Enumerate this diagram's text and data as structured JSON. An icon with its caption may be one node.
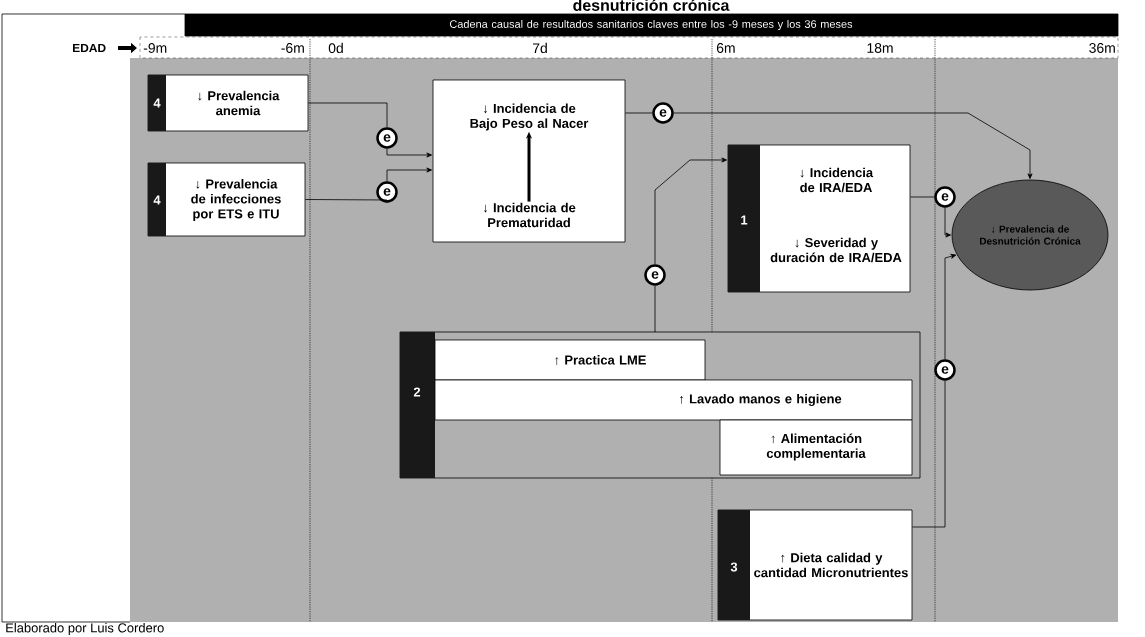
{
  "diagram": {
    "title": "desnutrición crónica",
    "nodes": [
      {
        "text": [
          "Cadena causal de resultados sanitarios claves entre los -9 meses y los 36 meses"
        ]
      },
      {
        "text": [
          "4",
          "↓ Prevalencia anemia"
        ]
      },
      {
        "text": [
          "4",
          "↓ Prevalencia de infecciones por ETS e ITU"
        ]
      },
      {
        "text": [],
        "shape": "box"
      },
      {
        "text": [
          "↓ Incidencia de Bajo Peso al Nacer"
        ],
        "in": 3
      },
      {
        "text": [
          "↓ Incidencia de Prematuridad"
        ],
        "in": 3
      },
      {
        "text": [
          "1",
          "↓ Incidencia de IRA/EDA",
          "↓ Severidad y duración de IRA/EDA"
        ]
      },
      {
        "text": [
          "2"
        ]
      },
      {
        "text": [
          "↑ Practica LME"
        ],
        "in": 7
      },
      {
        "text": [
          "↑ Lavado manos e higiene"
        ],
        "in": 7
      },
      {
        "text": [
          "↑ Alimentación complementaria"
        ],
        "in": 7
      },
      {
        "text": [
          "3",
          "↑ Dieta calidad y cantidad Micronutrientes"
        ]
      },
      {
        "text": [
          "↓ Prevalencia de Desnutrición Crónica"
        ]
      },
      {
        "text": [
          "e"
        ]
      },
      {
        "text": [
          "e"
        ]
      },
      {
        "text": [
          "e"
        ]
      },
      {
        "text": [
          "e"
        ]
      },
      {
        "text": [
          "e"
        ]
      },
      {
        "text": [
          "e"
        ]
      }
    ],
    "edges": [
      {
        "from": 1,
        "to": 13,
        "arrow": "none"
      },
      {
        "from": 13,
        "to": 3,
        "arrow": "to"
      },
      {
        "from": 2,
        "to": 14,
        "arrow": "none"
      },
      {
        "from": 14,
        "to": 3,
        "arrow": "to"
      },
      {
        "from": 5,
        "to": 4,
        "arrow": "to",
        "style": "thick"
      },
      {
        "from": 3,
        "to": 15,
        "arrow": "none"
      },
      {
        "from": 15,
        "to": 12,
        "arrow": "to"
      },
      {
        "from": 7,
        "to": 16,
        "arrow": "none"
      },
      {
        "from": 16,
        "to": 6,
        "arrow": "to"
      },
      {
        "from": 6,
        "to": 17,
        "arrow": "none"
      },
      {
        "from": 17,
        "to": 12,
        "arrow": "to"
      },
      {
        "from": 11,
        "to": 18,
        "arrow": "none"
      },
      {
        "from": 18,
        "to": 12,
        "arrow": "to"
      }
    ],
    "labels": [
      "EDAD",
      "-9m",
      "-6m",
      "0d",
      "7d",
      "6m",
      "18m",
      "36m",
      "Elaborado por Luis Cordero"
    ]
  }
}
